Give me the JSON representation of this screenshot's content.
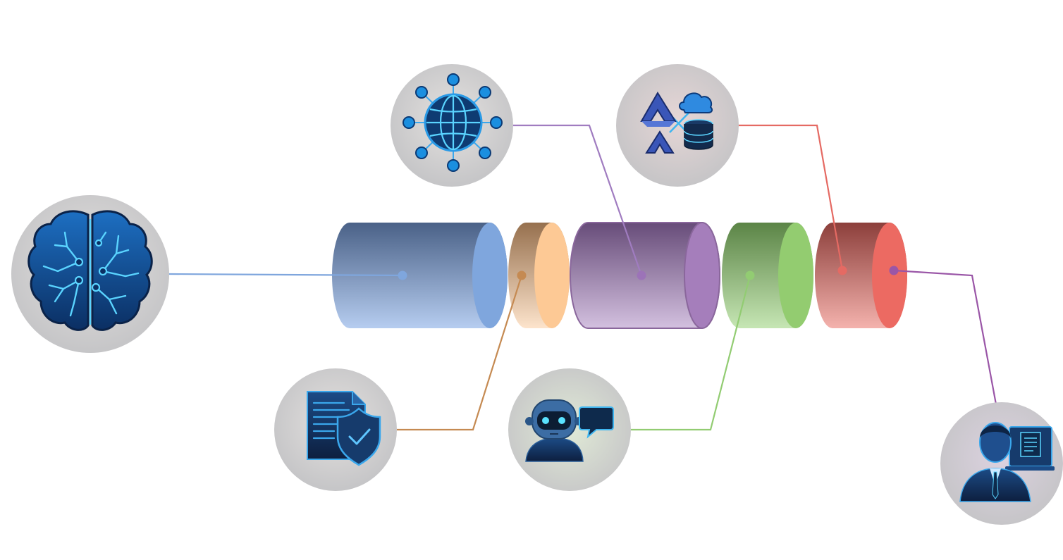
{
  "diagram": {
    "segments": [
      {
        "id": "blue",
        "color": "#7fa6dd",
        "dark": "#4a6187"
      },
      {
        "id": "orange",
        "color": "#fdc995",
        "dark": "#96704e"
      },
      {
        "id": "purple",
        "color": "#a57ebb",
        "dark": "#674c79"
      },
      {
        "id": "green",
        "color": "#93cc70",
        "dark": "#5b8446"
      },
      {
        "id": "red",
        "color": "#ec6a62",
        "dark": "#8c3f3b"
      }
    ],
    "nodes": [
      {
        "id": "ai-brain",
        "icon": "brain-circuit-icon",
        "line_color": "#7fa6dd",
        "connects_to": "blue"
      },
      {
        "id": "secure-document",
        "icon": "document-shield-icon",
        "line_color": "#c58a52",
        "connects_to": "orange"
      },
      {
        "id": "global-network",
        "icon": "globe-network-icon",
        "line_color": "#a07cc0",
        "connects_to": "purple"
      },
      {
        "id": "chatbot",
        "icon": "robot-chat-icon",
        "line_color": "#92cc72",
        "connects_to": "green"
      },
      {
        "id": "cloud-storage",
        "icon": "cloud-storage-icon",
        "line_color": "#e56a63",
        "connects_to": "red"
      },
      {
        "id": "user",
        "icon": "user-computer-icon",
        "line_color": "#9a56a7",
        "connects_to": "red-end"
      }
    ]
  }
}
